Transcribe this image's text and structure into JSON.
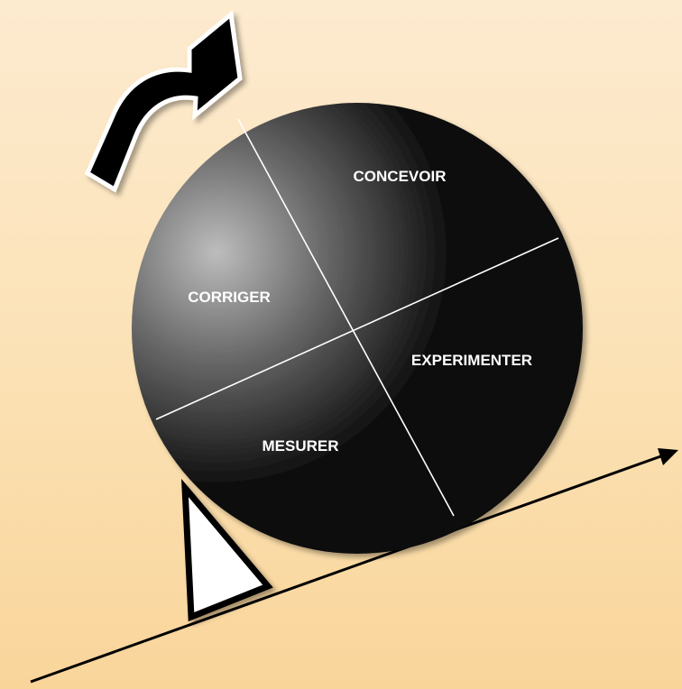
{
  "diagram": {
    "quadrants": [
      {
        "id": "top",
        "label": "CONCEVOIR"
      },
      {
        "id": "left",
        "label": "CORRIGER"
      },
      {
        "id": "right",
        "label": "EXPERIMENTER"
      },
      {
        "id": "bottom",
        "label": "MESURER"
      }
    ],
    "colors": {
      "background": "#fbe1b4",
      "sphere_center": "#bdbdbd",
      "sphere_edge": "#0e0e0e",
      "divider": "#ffffff",
      "arrow_fill": "#000000",
      "arrow_outline": "#ffffff",
      "wedge_fill": "#ffffff",
      "wedge_outline": "#000000"
    },
    "icons": [
      "rotation-arrow-icon",
      "wedge-stop-icon",
      "slope-arrow-icon"
    ]
  }
}
